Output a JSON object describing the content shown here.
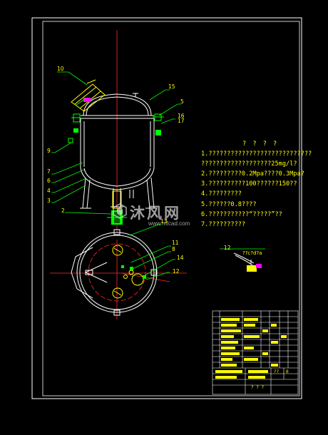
{
  "title_note": "? ? ? ?",
  "notes": [
    "1.????????????????????????????",
    "???????????????????25mg/l?",
    "2.?????????0.2Mpa????0.3Mpa?",
    "3.??????????100??????150??",
    "4.?????????",
    "5.??????0.8????",
    "6.???????????“?????”??",
    "7.??????????"
  ],
  "part_labels": {
    "p10": "10",
    "p15": "15",
    "p5": "5",
    "p16": "16",
    "p17": "17",
    "p9": "9",
    "p7": "7",
    "p6": "6",
    "p4": "4",
    "p3": "3",
    "p2": "2",
    "p13": "13",
    "p11": "11",
    "p8": "8",
    "p14": "14",
    "p12": "12",
    "detail12": "12"
  },
  "detail_label": "??c?d?a",
  "title_block": {
    "scale_a": "??",
    "scale_b": "0",
    "bottom_text": "? ? ?"
  },
  "watermark": {
    "text": "沐风网",
    "url": "www.mfcad.com"
  },
  "colors": {
    "background": "#000000",
    "border": "#ffffff",
    "vessel": "#ffffff",
    "centerline": "#ff0000",
    "annotation": "#ffff00",
    "leader": "#00ff00",
    "detail": "#00ffff",
    "nozzle": "#ff00ff"
  }
}
